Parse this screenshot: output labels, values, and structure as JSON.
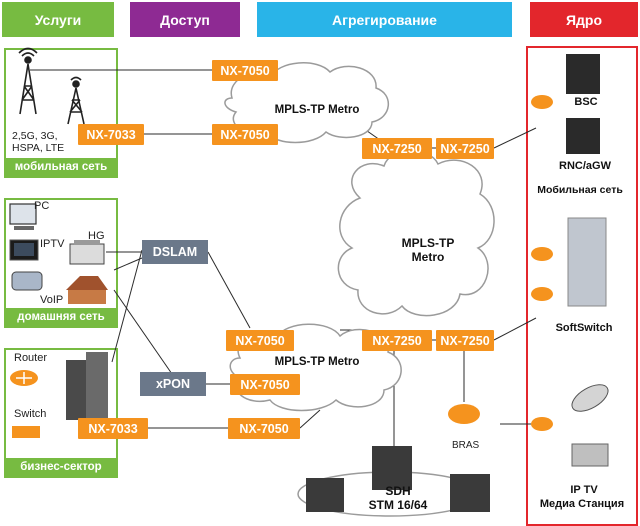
{
  "headers": {
    "services": "Услуги",
    "access": "Доступ",
    "aggregation": "Агрегирование",
    "core": "Ядро"
  },
  "colors": {
    "services": "#77bb41",
    "access": "#8e2a93",
    "aggregation": "#29b4e8",
    "core": "#e3262c",
    "node": "#f5931e",
    "gray_box": "#6b788a"
  },
  "panels": {
    "mobile": {
      "caption": "мобильная сеть",
      "tech": "2,5G, 3G, HSPA, LTE"
    },
    "home": {
      "caption": "домашняя сеть",
      "pc": "PC",
      "iptv": "IPTV",
      "hg": "HG",
      "voip": "VoIP"
    },
    "business": {
      "caption": "бизнес-сектор",
      "router": "Router",
      "switch": "Switch"
    }
  },
  "nodes": {
    "nx7050_top1": "NX-7050",
    "nx7050_top2": "NX-7050",
    "nx7033_mobile": "NX-7033",
    "nx7250_tl": "NX-7250",
    "nx7250_tr": "NX-7250",
    "nx7050_mid": "NX-7050",
    "nx7250_bl": "NX-7250",
    "nx7250_br": "NX-7250",
    "nx7050_xpon": "NX-7050",
    "nx7033_biz": "NX-7033",
    "nx7050_bottom": "NX-7050"
  },
  "access": {
    "dslam": "DSLAM",
    "xpon": "xPON"
  },
  "clouds": {
    "top": "MPLS-TP Metro",
    "center_line1": "MPLS-TP",
    "center_line2": "Metro",
    "bottom": "MPLS-TP Metro"
  },
  "sdh": {
    "line1": "SDH",
    "line2": "STM 16/64"
  },
  "bras": "BRAS",
  "core": {
    "bsc": "BSC",
    "rnc": "RNC/aGW",
    "mobile_net": "Мобильная сеть",
    "softswitch": "SoftSwitch",
    "iptv_line1": "IP TV",
    "iptv_line2": "Медиа Станция"
  }
}
